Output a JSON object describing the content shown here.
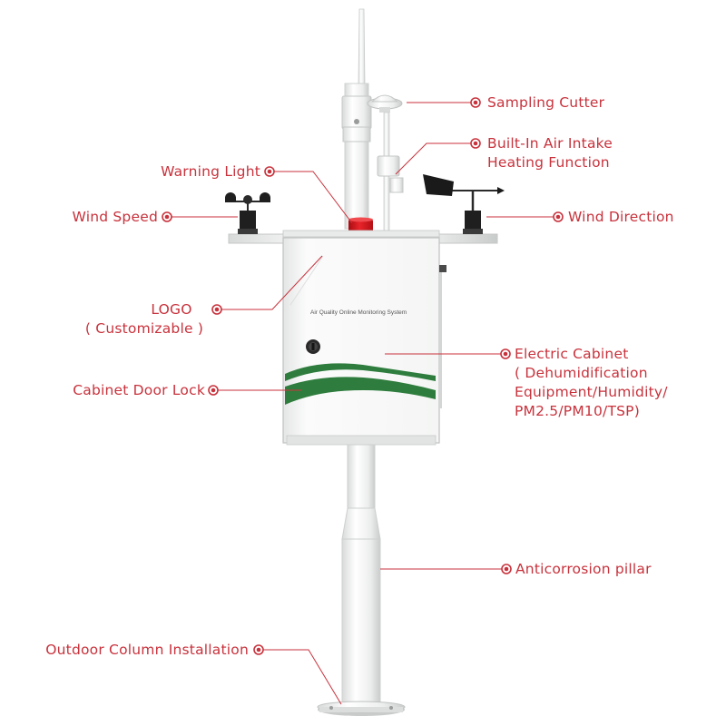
{
  "labels": {
    "sampling_cutter": [
      "Sampling Cutter"
    ],
    "air_intake": [
      "Built-In Air Intake",
      "Heating Function"
    ],
    "warning_light": [
      "Warning Light"
    ],
    "wind_speed": [
      "Wind Speed"
    ],
    "wind_direction": [
      "Wind Direction"
    ],
    "logo": [
      "LOGO",
      "( Customizable )"
    ],
    "electric_cabinet": [
      "Electric Cabinet",
      "( Dehumidification",
      "Equipment/Humidity/",
      "PM2.5/PM10/TSP)"
    ],
    "door_lock": [
      "Cabinet Door Lock"
    ],
    "pillar": [
      "Anticorrosion pillar"
    ],
    "installation": [
      "Outdoor Column Installation"
    ]
  },
  "cabinet_text": "Air Quality Online Monitoring System",
  "colors": {
    "callout": "#c8323c",
    "warning_light": "#d9151c",
    "logo_band": "#2f7d3e",
    "equipment": "#f2f3f2"
  }
}
